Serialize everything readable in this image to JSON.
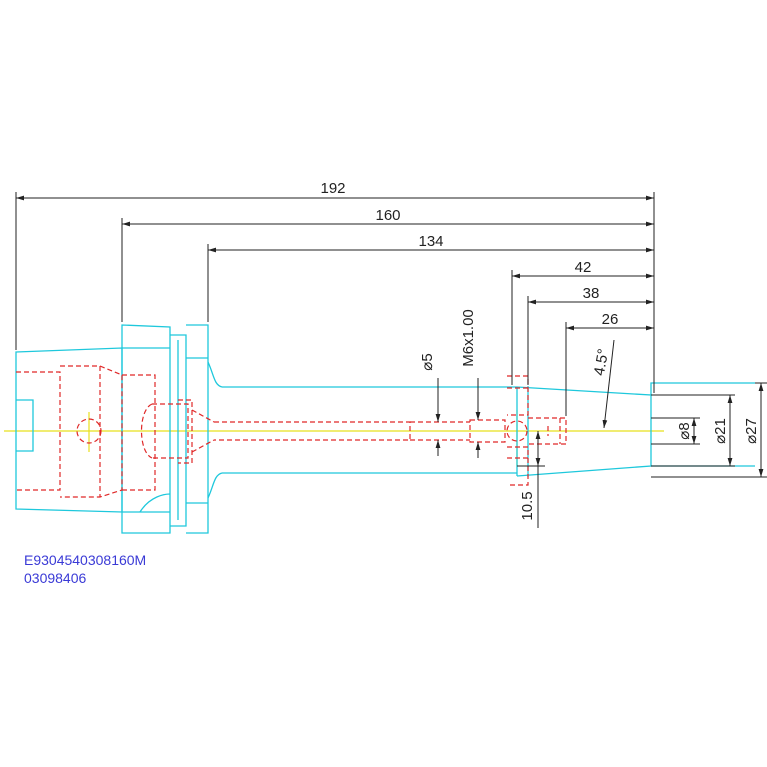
{
  "colors": {
    "outline": "#1ec8dc",
    "hidden": "#e02828",
    "center": "#e8e01c",
    "dimension": "#222222",
    "code": "#3a3ad6"
  },
  "dimensions": {
    "d192": "192",
    "d160": "160",
    "d134": "134",
    "d42": "42",
    "d38": "38",
    "d26": "26",
    "dia5": "⌀5",
    "thread": "M6x1.00",
    "angle": "4.5°",
    "dia8": "⌀8",
    "dia21": "⌀21",
    "dia27": "⌀27",
    "d10_5": "10.5"
  },
  "part": {
    "code_line1": "E9304540308160M",
    "code_line2": "03098406"
  }
}
